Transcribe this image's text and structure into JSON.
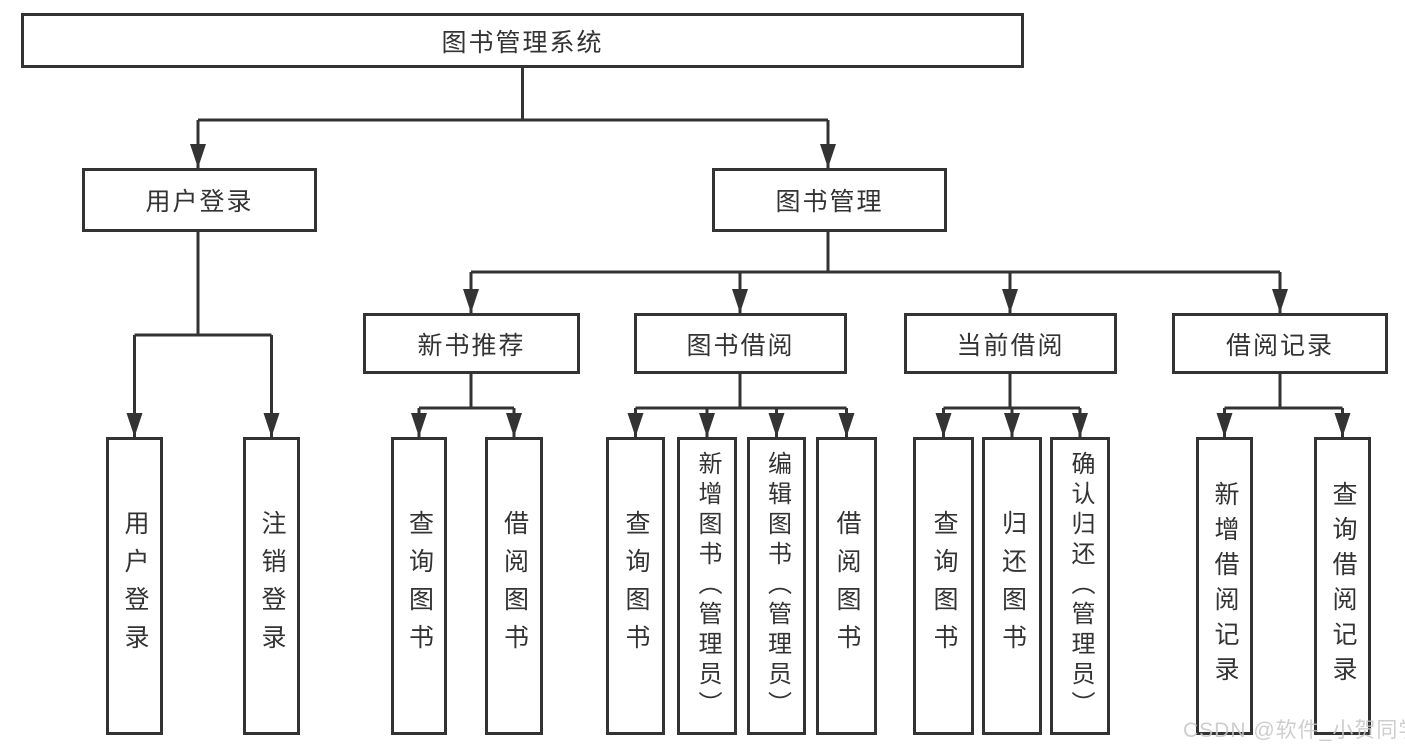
{
  "tree": {
    "root": {
      "label": "图书管理系统"
    },
    "children": [
      {
        "label": "用户登录",
        "children": [
          {
            "label": "用户登录"
          },
          {
            "label": "注销登录"
          }
        ]
      },
      {
        "label": "图书管理",
        "children": [
          {
            "label": "新书推荐",
            "children": [
              {
                "label": "查询图书"
              },
              {
                "label": "借阅图书"
              }
            ]
          },
          {
            "label": "图书借阅",
            "children": [
              {
                "label": "查询图书"
              },
              {
                "label": "新增图书（管理员）"
              },
              {
                "label": "编辑图书（管理员）"
              },
              {
                "label": "借阅图书"
              }
            ]
          },
          {
            "label": "当前借阅",
            "children": [
              {
                "label": "查询图书"
              },
              {
                "label": "归还图书"
              },
              {
                "label": "确认归还（管理员）"
              }
            ]
          },
          {
            "label": "借阅记录",
            "children": [
              {
                "label": "新增借阅记录"
              },
              {
                "label": "查询借阅记录"
              }
            ]
          }
        ]
      }
    ]
  },
  "watermark": {
    "text": "CSDN @软件_小贺同学"
  },
  "colors": {
    "line": "#333333",
    "box_border": "#333333",
    "text": "#333333",
    "background": "#ffffff",
    "watermark": "#c8c8c8"
  }
}
